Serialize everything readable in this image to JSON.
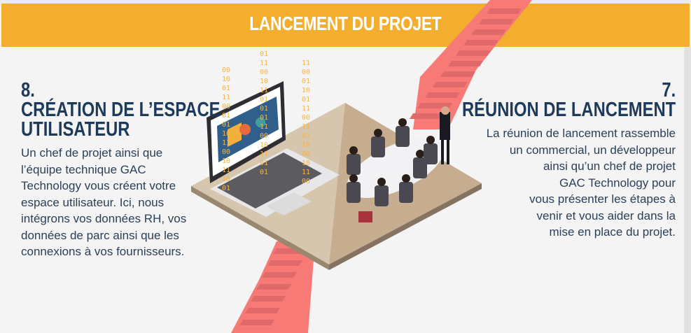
{
  "banner": {
    "title": "LANCEMENT DU PROJET"
  },
  "left_step": {
    "number": "8.",
    "title_line1": "CRÉATION DE L’ESPACE",
    "title_line2": "UTILISATEUR",
    "body": "Un chef de projet ainsi que l’équipe technique GAC Technology vous créent votre espace utilisateur. Ici, nous intégrons vos données RH, vos données de parc ainsi que les connexions à vos fournisseurs."
  },
  "right_step": {
    "number": "7.",
    "title": "RÉUNION DE LANCEMENT",
    "body_lines": [
      "La réunion de lancement rassemble",
      "un commercial, un développeur",
      "ainsi qu’un chef de projet",
      "GAC Technology pour",
      "vous présenter les étapes à",
      "venir et vous aider dans la",
      "mise en place du projet."
    ]
  },
  "binary_columns": [
    [
      "00",
      "10",
      "01",
      "11",
      "00",
      "01",
      "01",
      "10",
      "11",
      "00",
      "10",
      "11",
      "10",
      "01"
    ],
    [
      "01",
      "11",
      "00",
      "10",
      "11",
      "01",
      "01",
      "01",
      "11",
      "00",
      "10",
      "11",
      "01",
      "01"
    ],
    [
      "11",
      "00",
      "01",
      "10",
      "01",
      "11",
      "00",
      "11",
      "01",
      "10",
      "00",
      "10",
      "11",
      "00"
    ]
  ],
  "colors": {
    "banner": "#f4ae2e",
    "heading": "#1d3a5a",
    "stairs": "#f77a76",
    "platform": "#cdb89d"
  }
}
